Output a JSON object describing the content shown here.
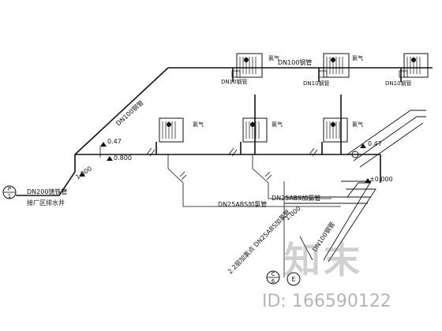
{
  "labels": {
    "dn100_main": "DN100钢管",
    "dn100_top": "DN100钢管",
    "dn10_a": "DN10钢管",
    "dn10_b": "DN10钢管",
    "dn10_c": "DN10钢管",
    "level_047_left": "0.47",
    "level_047_right": "0.47",
    "level_0800": "0.800",
    "level_1000_left": "1.000",
    "level_1000_right": "1.000",
    "level_0000": "±0.000",
    "cast_iron_pipe": "DN200铸铁管",
    "to_well": "接厂区排水井",
    "abs_pipe_a": "DN25ABS加氯管",
    "abs_pipe_b": "DN25ABS加氯管",
    "dosing_note": "2.2层加氯点 DN25ABS加氯管",
    "riser_pipe": "DN100钢管",
    "gas_1": "氯气",
    "gas_2": "氯气",
    "gas_3": "氯气",
    "gas_4": "氯气",
    "gas_5": "氯气",
    "axis_p": "P",
    "axis_1": "1",
    "axis_c": "C",
    "axis_6": "6",
    "axis_e": "E"
  },
  "watermark": {
    "logo": "知末",
    "id": "ID: 166590122"
  }
}
